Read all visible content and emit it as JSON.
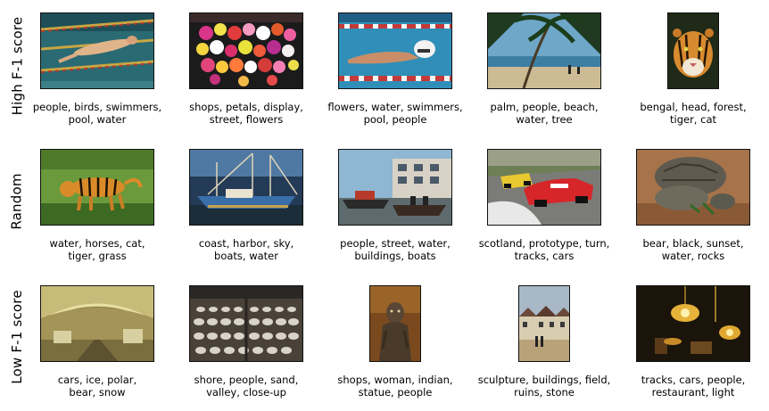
{
  "rows": [
    {
      "label": "High F-1 score",
      "items": [
        {
          "caption_line1": "people, birds, swimmers,",
          "caption_line2": "pool, water",
          "icon": "swimmer-pool-photo"
        },
        {
          "caption_line1": "shops, petals, display,",
          "caption_line2": "street, flowers",
          "icon": "flower-display-photo"
        },
        {
          "caption_line1": "flowers, water, swimmers,",
          "caption_line2": "pool, people",
          "icon": "swimmer-cap-photo"
        },
        {
          "caption_line1": "palm, people, beach,",
          "caption_line2": "water, tree",
          "icon": "palm-beach-photo"
        },
        {
          "caption_line1": "bengal, head, forest,",
          "caption_line2": "tiger, cat",
          "icon": "tiger-head-photo"
        }
      ]
    },
    {
      "label": "Random",
      "items": [
        {
          "caption_line1": "water, horses, cat,",
          "caption_line2": "tiger, grass",
          "icon": "tiger-grass-photo"
        },
        {
          "caption_line1": "coast, harbor, sky,",
          "caption_line2": "boats, water",
          "icon": "harbor-boats-photo"
        },
        {
          "caption_line1": "people, street, water,",
          "caption_line2": "buildings, boats",
          "icon": "canal-boats-photo"
        },
        {
          "caption_line1": "scotland, prototype, turn,",
          "caption_line2": "tracks, cars",
          "icon": "race-cars-photo"
        },
        {
          "caption_line1": "bear, black, sunset,",
          "caption_line2": "water, rocks",
          "icon": "tortoise-photo"
        }
      ]
    },
    {
      "label": "Low F-1 score",
      "items": [
        {
          "caption_line1": "cars, ice, polar,",
          "caption_line2": "bear, snow",
          "icon": "subway-station-photo"
        },
        {
          "caption_line1": "shore, people, sand,",
          "caption_line2": "valley, close-up",
          "icon": "drying-fish-photo"
        },
        {
          "caption_line1": "shops, woman, indian,",
          "caption_line2": "statue, people",
          "icon": "statue-photo"
        },
        {
          "caption_line1": "sculpture, buildings, field,",
          "caption_line2": "ruins, stone",
          "icon": "village-houses-photo"
        },
        {
          "caption_line1": "tracks, cars, people,",
          "caption_line2": "restaurant, light",
          "icon": "chandelier-photo"
        }
      ]
    }
  ]
}
